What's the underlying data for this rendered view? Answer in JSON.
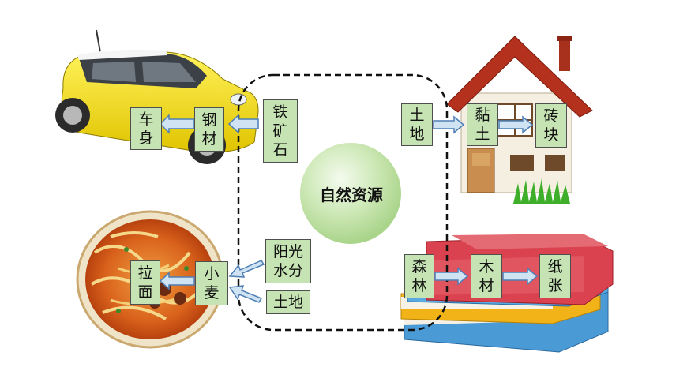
{
  "center": {
    "label": "自然资源"
  },
  "car": {
    "product": {
      "line1": "车",
      "line2": "身"
    },
    "material": {
      "line1": "钢",
      "line2": "材"
    },
    "resource": {
      "line1": "铁",
      "line2": "矿",
      "line3": "石"
    }
  },
  "house": {
    "resource": {
      "line1": "土",
      "line2": "地"
    },
    "material": {
      "line1": "黏",
      "line2": "土"
    },
    "product": {
      "line1": "砖",
      "line2": "块"
    }
  },
  "noodle": {
    "product": {
      "line1": "拉",
      "line2": "面"
    },
    "material": {
      "line1": "小",
      "line2": "麦"
    },
    "resource_a": {
      "line1": "阳光",
      "line2": "水分"
    },
    "resource_b": {
      "line1": "土地"
    }
  },
  "book": {
    "resource": {
      "line1": "森",
      "line2": "林"
    },
    "material": {
      "line1": "木",
      "line2": "材"
    },
    "product": {
      "line1": "纸",
      "line2": "张"
    }
  },
  "colors": {
    "box_fill": "#c6e3b4",
    "arrow_fill": "#cfe3f3",
    "arrow_stroke": "#4f7fb5",
    "sphere": "#c4e3a8"
  }
}
